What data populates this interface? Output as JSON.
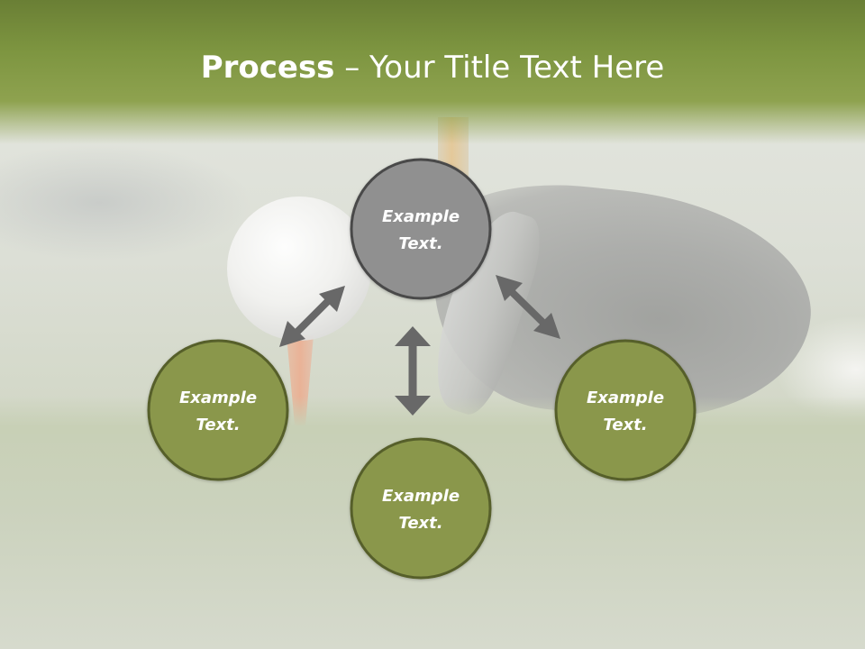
{
  "title": {
    "bold": "Process",
    "rest": " – Your Title Text Here"
  },
  "nodes": {
    "top": {
      "line1": "Example",
      "line2": "Text."
    },
    "left": {
      "line1": "Example",
      "line2": "Text."
    },
    "right": {
      "line1": "Example",
      "line2": "Text."
    },
    "bottom": {
      "line1": "Example",
      "line2": "Text."
    }
  },
  "colors": {
    "title_bar": "#7d9540",
    "node_gray": "#909090",
    "node_green": "#8a974b",
    "node_border": "#565f2a",
    "arrow": "#686868"
  }
}
